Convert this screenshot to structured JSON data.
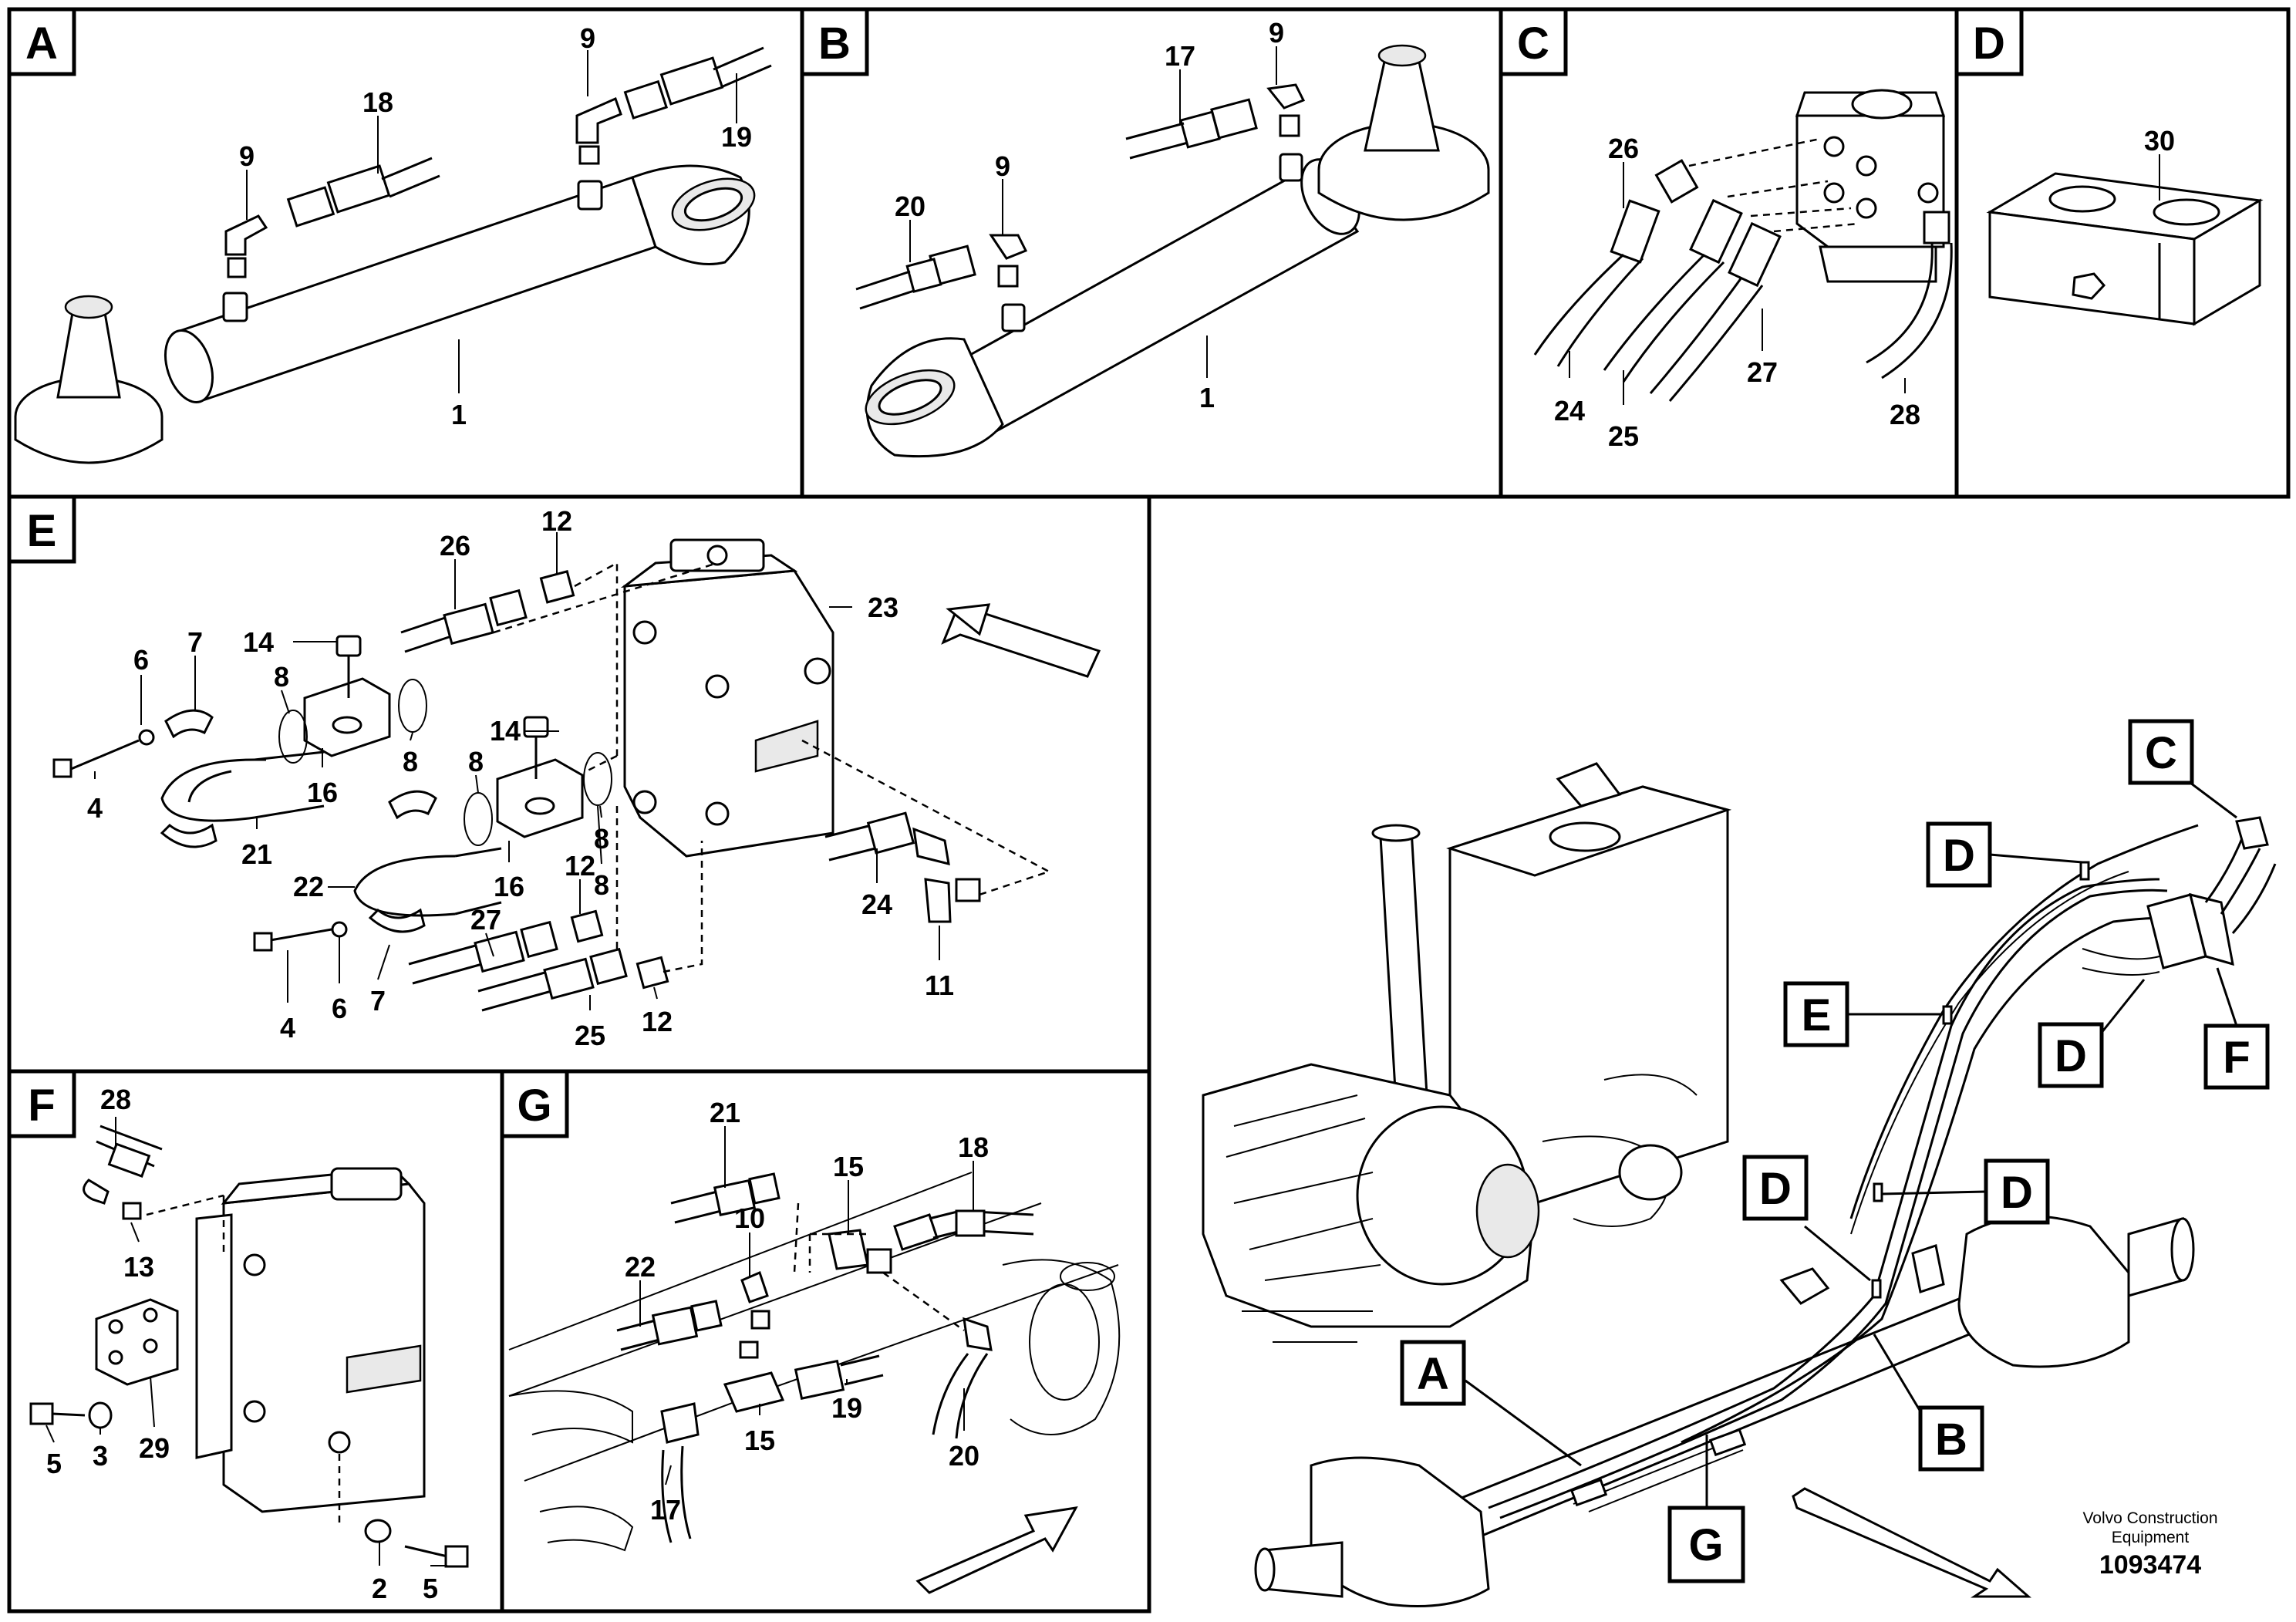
{
  "panels": [
    {
      "id": "A",
      "letter": "A",
      "callouts": [
        "18",
        "9",
        "9",
        "19",
        "1"
      ]
    },
    {
      "id": "B",
      "letter": "B",
      "callouts": [
        "17",
        "9",
        "20",
        "9",
        "1"
      ]
    },
    {
      "id": "C",
      "letter": "C",
      "callouts": [
        "26",
        "24",
        "25",
        "27",
        "28"
      ]
    },
    {
      "id": "D",
      "letter": "D",
      "callouts": [
        "30"
      ]
    },
    {
      "id": "E",
      "letter": "E",
      "callouts": [
        "26",
        "12",
        "23",
        "14",
        "6",
        "7",
        "8",
        "16",
        "8",
        "4",
        "21",
        "14",
        "8",
        "8",
        "22",
        "16",
        "12",
        "8",
        "27",
        "24",
        "4",
        "6",
        "7",
        "25",
        "12",
        "11"
      ]
    },
    {
      "id": "F",
      "letter": "F",
      "callouts": [
        "28",
        "13",
        "29",
        "5",
        "3",
        "2",
        "5"
      ]
    },
    {
      "id": "G",
      "letter": "G",
      "callouts": [
        "21",
        "18",
        "15",
        "10",
        "22",
        "15",
        "19",
        "20",
        "17"
      ]
    }
  ],
  "overview": {
    "markers": [
      "C",
      "D",
      "D",
      "F",
      "E",
      "D",
      "D",
      "B",
      "A",
      "G"
    ]
  },
  "credit": {
    "company": "Volvo Construction",
    "company_line2": "Equipment",
    "number": "1093474"
  }
}
